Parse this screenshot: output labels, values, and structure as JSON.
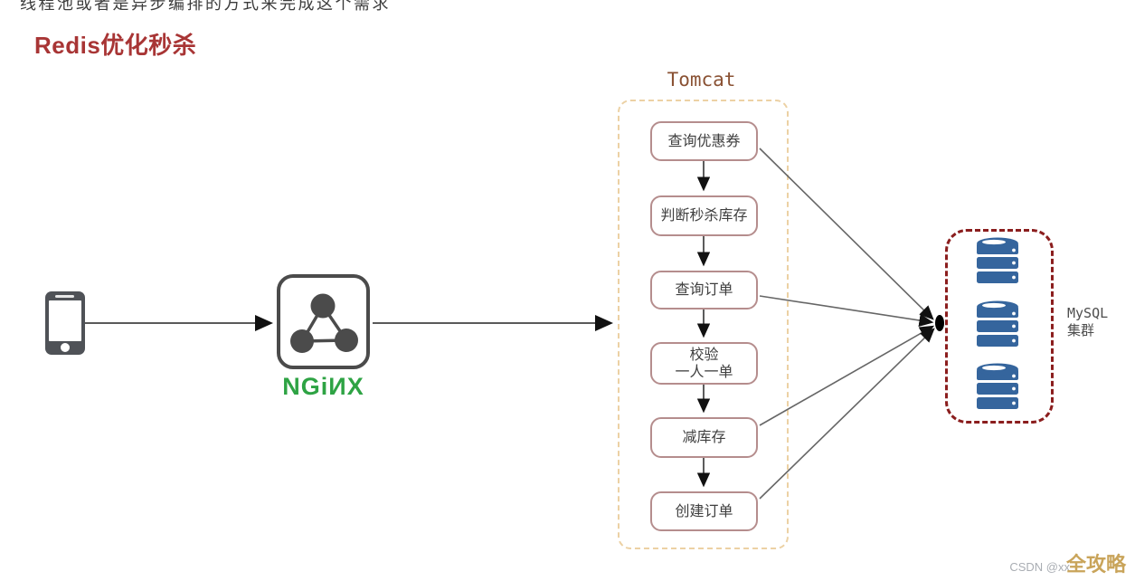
{
  "page": {
    "top_truncated_text": "线程池或者是异步编排的方式来完成这个需求",
    "title": "Redis优化秒杀"
  },
  "nginx": {
    "wordmark": "NGiИX"
  },
  "tomcat": {
    "label": "Tomcat",
    "steps": [
      {
        "label": "查询优惠券"
      },
      {
        "label": "判断秒杀库存"
      },
      {
        "label": "查询订单"
      },
      {
        "label": "校验\n一人一单"
      },
      {
        "label": "减库存"
      },
      {
        "label": "创建订单"
      }
    ]
  },
  "mysql": {
    "label_line1": "MySQL",
    "label_line2": "集群",
    "database_count": 3
  },
  "connections": [
    "phone -> nginx",
    "nginx -> tomcat",
    "查询优惠券 -> mysql",
    "查询订单 -> mysql",
    "减库存 -> mysql",
    "创建订单 -> mysql"
  ],
  "icons": {
    "client": "smartphone-icon",
    "nginx": "nginx-triangle-icon",
    "database": "database-cylinder-icon"
  },
  "watermark": {
    "prefix": "CSDN @xx",
    "brand": "全攻略"
  },
  "colors": {
    "title": "#a83535",
    "tomcat_label": "#8a5234",
    "tomcat_border": "#ecd1a4",
    "step_border": "#b58d8d",
    "mysql_border": "#8b1e1e",
    "database_blue": "#35659d",
    "nginx_green": "#2ea344",
    "line_gray": "#5a5a5a"
  }
}
